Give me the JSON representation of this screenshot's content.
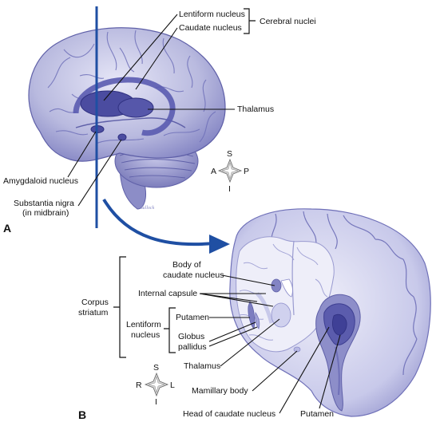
{
  "panels": {
    "a": "A",
    "b": "B"
  },
  "labels": {
    "lentiform_nucleus": "Lentiform nucleus",
    "caudate_nucleus": "Caudate nucleus",
    "cerebral_nuclei": "Cerebral nuclei",
    "thalamus": "Thalamus",
    "amygdaloid_nucleus": "Amygdaloid nucleus",
    "substantia_nigra_1": "Substantia nigra",
    "substantia_nigra_2": "(in midbrain)",
    "body_caudate_1": "Body of",
    "body_caudate_2": "caudate nucleus",
    "internal_capsule": "Internal capsule",
    "corpus_1": "Corpus",
    "corpus_2": "striatum",
    "putamen": "Putamen",
    "lentiform_b_1": "Lentiform",
    "lentiform_b_2": "nucleus",
    "globus_1": "Globus",
    "globus_2": "pallidus",
    "thalamus_b": "Thalamus",
    "mamillary_body": "Mamillary body",
    "head_caudate": "Head of caudate nucleus",
    "putamen_b": "Putamen"
  },
  "compass_a": {
    "s": "S",
    "i": "I",
    "a": "A",
    "p": "P"
  },
  "compass_b": {
    "s": "S",
    "i": "I",
    "r": "R",
    "l": "L"
  },
  "colors": {
    "brain": "#b7b8e6",
    "brain_dark": "#6f70b8",
    "nuclei": "#4b4ca0",
    "section_line": "#1f4fa3"
  }
}
